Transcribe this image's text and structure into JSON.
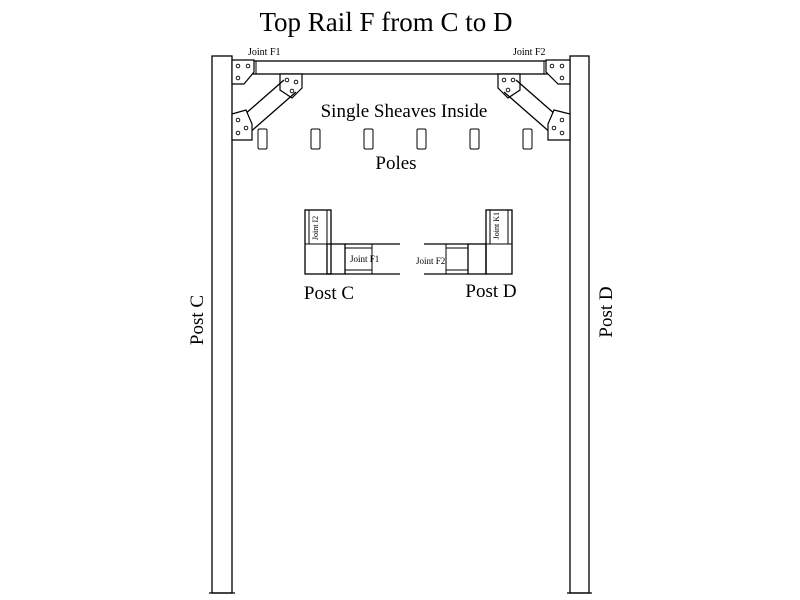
{
  "diagram": {
    "title": "Top Rail  F  from C to D",
    "center_label": "Single Sheaves Inside",
    "poles_label": "Poles",
    "left_post_label": "Post C",
    "right_post_label": "Post D",
    "joint_f1_label": "Joint F1",
    "joint_f2_label": "Joint F2",
    "detail_left": {
      "post_label": "Post C",
      "vertical_joint_label": "Joint I2",
      "horizontal_joint_label": "Joint F1"
    },
    "detail_right": {
      "post_label": "Post D",
      "vertical_joint_label": "Joint K1",
      "horizontal_joint_label": "Joint F2"
    }
  }
}
